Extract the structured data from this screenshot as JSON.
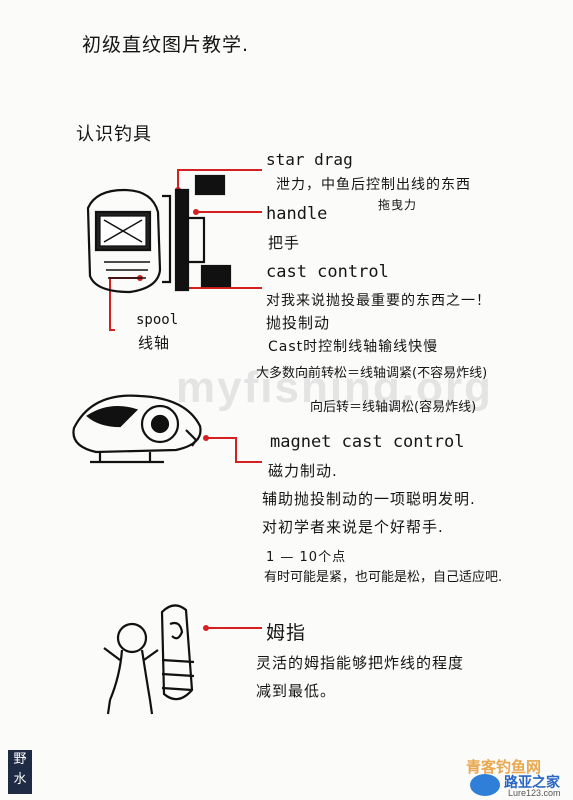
{
  "document": {
    "title": "初级直纹图片教学.",
    "section_heading": "认识钓具"
  },
  "labels": {
    "star_drag": "star drag",
    "star_drag_desc": "泄力，中鱼后控制出线的东西",
    "star_drag_note": "拖曳力",
    "handle": "handle",
    "handle_desc": "把手",
    "cast_control": "cast control",
    "cast_control_desc1": "对我来说抛投最重要的东西之一！",
    "cast_control_desc2": "抛投制动",
    "cast_control_desc3": "Cast时控制线轴输线快慢",
    "cast_control_desc4": "大多数向前转松＝线轴调紧(不容易炸线)",
    "cast_control_desc5": "向后转＝线轴调松(容易炸线)",
    "spool": "spool",
    "spool_desc": "线轴",
    "magnet_cast_control": "magnet cast control",
    "magnet_desc1": "磁力制动.",
    "magnet_desc2": "辅助抛投制动的一项聪明发明.",
    "magnet_desc3": "对初学者来说是个好帮手.",
    "magnet_desc4": "1 — 10个点",
    "magnet_desc5": "有时可能是紧，也可能是松，自己适应吧.",
    "thumb": "姆指",
    "thumb_desc1": "灵活的姆指能够把炸线的程度",
    "thumb_desc2": "减到最低。"
  },
  "watermark": "myfishing.org",
  "badge": "野水",
  "logo": {
    "brand": "青客钓鱼网",
    "site": "路亚之家",
    "url": "Lure123.com"
  },
  "colors": {
    "ink": "#151515",
    "callout_red": "#d42020",
    "badge_bg": "#1f2a44",
    "logo_blue": "#2a66c4"
  }
}
